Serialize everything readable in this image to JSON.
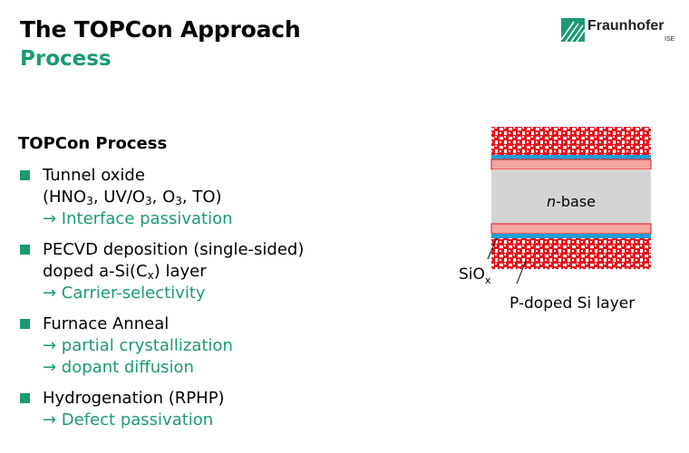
{
  "title": "The TOPCon Approach",
  "subtitle": "Process",
  "logo": {
    "name": "Fraunhofer",
    "sub": "ISE",
    "color": "#1b9a73"
  },
  "section_heading": "TOPCon Process",
  "list": [
    {
      "lines": [
        {
          "parts": [
            {
              "t": "Tunnel oxide"
            }
          ],
          "green": false
        },
        {
          "parts": [
            {
              "t": "(HNO"
            },
            {
              "t": "3",
              "sub": true
            },
            {
              "t": ", UV/O"
            },
            {
              "t": "3",
              "sub": true
            },
            {
              "t": ", O"
            },
            {
              "t": "3",
              "sub": true
            },
            {
              "t": ", TO)"
            }
          ],
          "green": false
        },
        {
          "parts": [
            {
              "t": "→ Interface passivation"
            }
          ],
          "green": true
        }
      ]
    },
    {
      "lines": [
        {
          "parts": [
            {
              "t": "PECVD deposition (single-sided)"
            }
          ],
          "green": false
        },
        {
          "parts": [
            {
              "t": "doped a-Si(C"
            },
            {
              "t": "x",
              "sub": true
            },
            {
              "t": ") layer"
            }
          ],
          "green": false
        },
        {
          "parts": [
            {
              "t": "→ Carrier-selectivity"
            }
          ],
          "green": true
        }
      ]
    },
    {
      "lines": [
        {
          "parts": [
            {
              "t": "Furnace Anneal"
            }
          ],
          "green": false
        },
        {
          "parts": [
            {
              "t": "→ partial crystallization"
            }
          ],
          "green": true
        },
        {
          "parts": [
            {
              "t": "→ dopant diffusion"
            }
          ],
          "green": true
        }
      ]
    },
    {
      "lines": [
        {
          "parts": [
            {
              "t": "Hydrogenation (RPHP)"
            }
          ],
          "green": false
        },
        {
          "parts": [
            {
              "t": "→ Defect passivation"
            }
          ],
          "green": true
        }
      ]
    }
  ],
  "diagram": {
    "base_label": "n-base",
    "base_italic": "n",
    "base_rest": "-base",
    "siox_label": "SiO",
    "siox_sub": "x",
    "player_label": "P-doped Si layer",
    "colors": {
      "red": "#e8141e",
      "blue": "#1f9fd9",
      "pink": "#f4a6a0",
      "gray": "#d4d4d4"
    }
  }
}
